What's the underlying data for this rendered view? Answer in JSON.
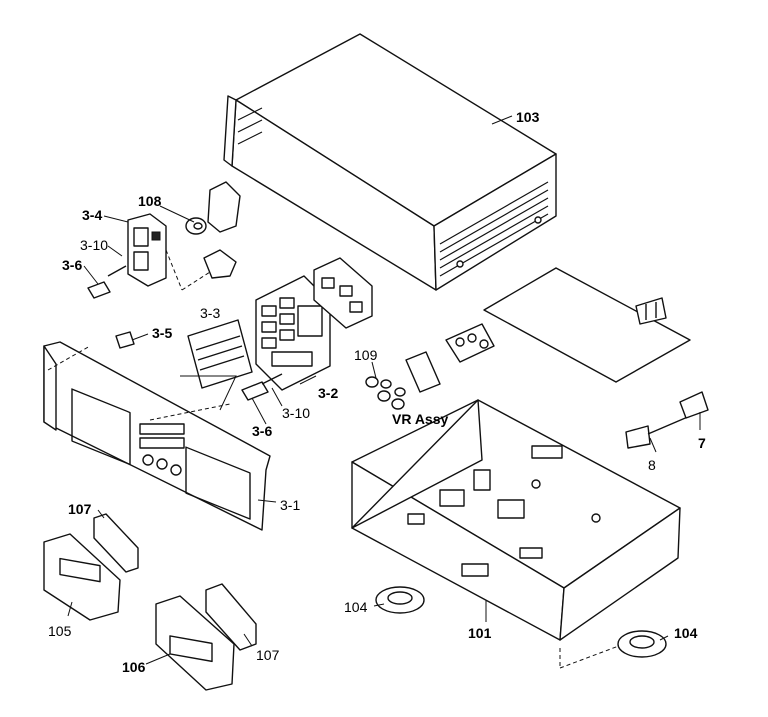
{
  "parts": {
    "p103": "103",
    "p108": "108",
    "p3_4": "3-4",
    "p3_10a": "3-10",
    "p3_6a": "3-6",
    "p3_5": "3-5",
    "p3_3": "3-3",
    "p3_2": "3-2",
    "p109": "109",
    "vr_assy": "VR Assy",
    "p3_10b": "3-10",
    "p3_6b": "3-6",
    "p7": "7",
    "p8": "8",
    "p3_1": "3-1",
    "p107a": "107",
    "p105": "105",
    "p104a": "104",
    "p101": "101",
    "p104b": "104",
    "p106": "106",
    "p107b": "107"
  }
}
